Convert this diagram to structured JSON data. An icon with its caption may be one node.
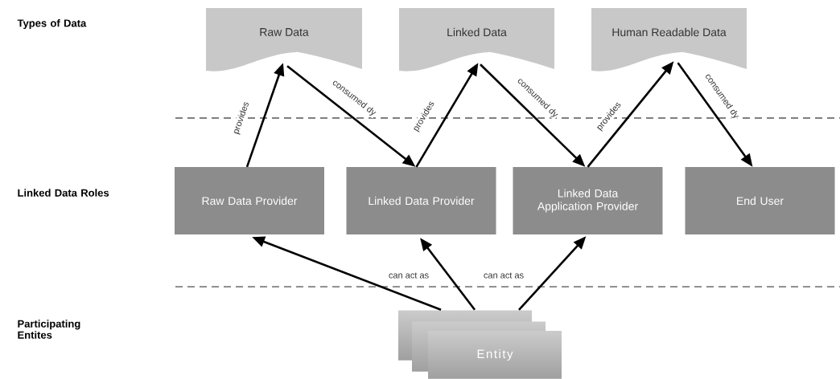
{
  "diagram": {
    "nodes": [
      {
        "text": [
          "Raw Data"
        ]
      },
      {
        "text": [
          "Linked Data"
        ]
      },
      {
        "text": [
          "Human Readable Data"
        ]
      },
      {
        "text": [
          "Raw Data Provider"
        ]
      },
      {
        "text": [
          "Linked Data Provider"
        ]
      },
      {
        "text": [
          "Linked Data Application Provider"
        ]
      },
      {
        "text": [
          "End User"
        ]
      },
      {
        "text": [
          "Entity"
        ]
      }
    ],
    "edges": [
      {
        "from": 3,
        "to": 0,
        "arrow": "to",
        "label": "provides"
      },
      {
        "from": 0,
        "to": 4,
        "arrow": "to",
        "label": "consumed dy"
      },
      {
        "from": 4,
        "to": 1,
        "arrow": "to",
        "label": "provides"
      },
      {
        "from": 1,
        "to": 5,
        "arrow": "to",
        "label": "consumed dy"
      },
      {
        "from": 5,
        "to": 2,
        "arrow": "to",
        "label": "provides"
      },
      {
        "from": 2,
        "to": 6,
        "arrow": "to",
        "label": "consumed dy"
      },
      {
        "from": 7,
        "to": 3,
        "arrow": "to"
      },
      {
        "from": 7,
        "to": 4,
        "arrow": "to",
        "label": "can act as"
      },
      {
        "from": 7,
        "to": 5,
        "arrow": "to",
        "label": "can act as"
      }
    ],
    "labels": [
      "Types of Data",
      "Linked Data Roles",
      "Participating Entites"
    ]
  }
}
